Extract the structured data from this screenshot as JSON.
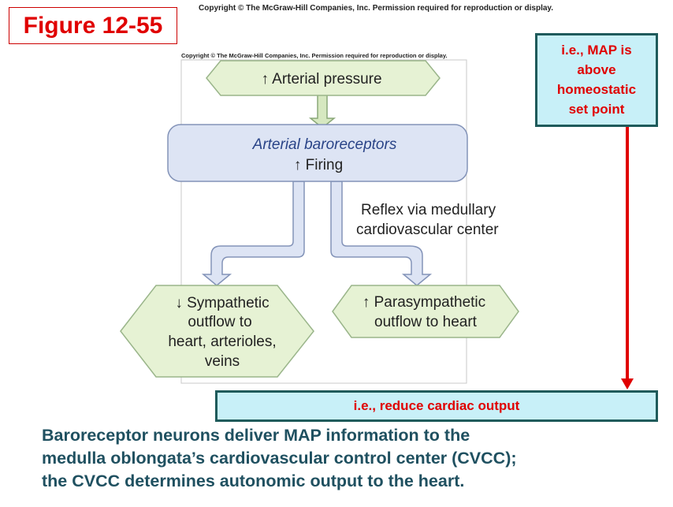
{
  "copyright_top": "Copyright © The McGraw-Hill Companies, Inc. Permission required for reproduction or display.",
  "copyright_inner": "Copyright © The McGraw-Hill Companies, Inc. Permission required for reproduction or display.",
  "figure_label": "Figure 12-55",
  "callout_map": {
    "lines": [
      "i.e., MAP is",
      "above",
      "homeostatic",
      "set point"
    ]
  },
  "callout_cardiac": "i.e., reduce cardiac output",
  "diagram": {
    "arterial_pressure": "↑ Arterial pressure",
    "baroreceptors_title": "Arterial baroreceptors",
    "baroreceptors_firing": "↑ Firing",
    "reflex_line1": "Reflex via medullary",
    "reflex_line2": "cardiovascular center",
    "sympathetic_lines": [
      "↓ Sympathetic",
      "outflow to",
      "heart, arterioles,",
      "veins"
    ],
    "parasympathetic_lines": [
      "↑ Parasympathetic",
      "outflow to heart"
    ]
  },
  "caption_lines": [
    "Baroreceptor neurons deliver MAP information to the",
    "medulla oblongata’s cardiovascular control center (CVCC);",
    "the CVCC determines autonomic output to the heart."
  ],
  "colors": {
    "hexagon_fill": "#e6f2d4",
    "hexagon_stroke": "#9ab58a",
    "receptor_fill": "#dde4f4",
    "receptor_stroke": "#8393b8",
    "arrow_green": "#d6e8c0",
    "arrow_blue": "#dde4f4",
    "callout_fill": "#c8f0f8",
    "callout_border": "#1f5b5b",
    "accent_red": "#e00000",
    "caption_color": "#1f5060"
  }
}
